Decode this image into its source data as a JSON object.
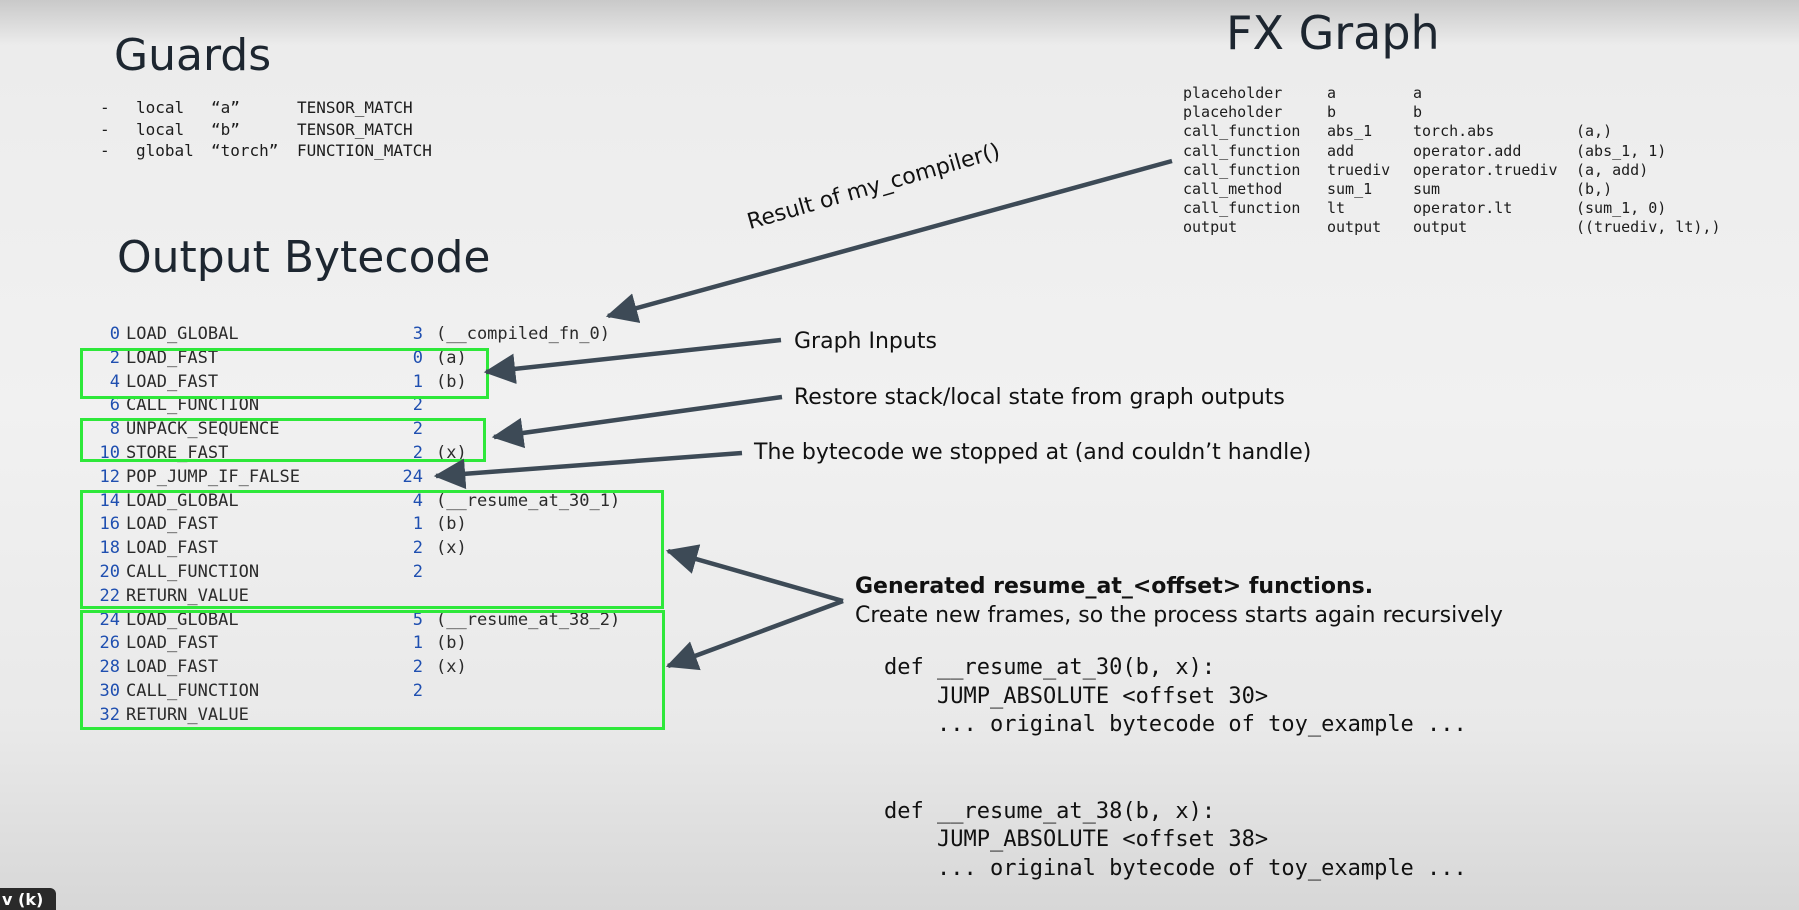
{
  "guards": {
    "title": "Guards",
    "items": [
      {
        "bullet": "-",
        "scope": "local",
        "name": "“a”",
        "check": "TENSOR_MATCH"
      },
      {
        "bullet": "-",
        "scope": "local",
        "name": "“b”",
        "check": "TENSOR_MATCH"
      },
      {
        "bullet": "-",
        "scope": "global",
        "name": "“torch”",
        "check": "FUNCTION_MATCH"
      }
    ]
  },
  "fx_graph": {
    "title": "FX Graph",
    "rows": [
      {
        "op": "placeholder",
        "name": "a",
        "target": "a",
        "args": ""
      },
      {
        "op": "placeholder",
        "name": "b",
        "target": "b",
        "args": ""
      },
      {
        "op": "call_function",
        "name": "abs_1",
        "target": "torch.abs",
        "args": "(a,)"
      },
      {
        "op": "call_function",
        "name": "add",
        "target": "operator.add",
        "args": "(abs_1, 1)"
      },
      {
        "op": "call_function",
        "name": "truediv",
        "target": "operator.truediv",
        "args": "(a, add)"
      },
      {
        "op": "call_method",
        "name": "sum_1",
        "target": "sum",
        "args": "(b,)"
      },
      {
        "op": "call_function",
        "name": "lt",
        "target": "operator.lt",
        "args": "(sum_1, 0)"
      },
      {
        "op": "output",
        "name": "output",
        "target": "output",
        "args": "((truediv, lt),)"
      }
    ]
  },
  "output_bytecode": {
    "title": "Output Bytecode",
    "rows": [
      {
        "offset": "0",
        "opname": "LOAD_GLOBAL",
        "arg": "3",
        "argrepr": "(__compiled_fn_0)"
      },
      {
        "offset": "2",
        "opname": "LOAD_FAST",
        "arg": "0",
        "argrepr": "(a)"
      },
      {
        "offset": "4",
        "opname": "LOAD_FAST",
        "arg": "1",
        "argrepr": "(b)"
      },
      {
        "offset": "6",
        "opname": "CALL_FUNCTION",
        "arg": "2",
        "argrepr": ""
      },
      {
        "offset": "8",
        "opname": "UNPACK_SEQUENCE",
        "arg": "2",
        "argrepr": ""
      },
      {
        "offset": "10",
        "opname": "STORE_FAST",
        "arg": "2",
        "argrepr": "(x)"
      },
      {
        "offset": "12",
        "opname": "POP_JUMP_IF_FALSE",
        "arg": "24",
        "argrepr": ""
      },
      {
        "offset": "14",
        "opname": "LOAD_GLOBAL",
        "arg": "4",
        "argrepr": "(__resume_at_30_1)"
      },
      {
        "offset": "16",
        "opname": "LOAD_FAST",
        "arg": "1",
        "argrepr": "(b)"
      },
      {
        "offset": "18",
        "opname": "LOAD_FAST",
        "arg": "2",
        "argrepr": "(x)"
      },
      {
        "offset": "20",
        "opname": "CALL_FUNCTION",
        "arg": "2",
        "argrepr": ""
      },
      {
        "offset": "22",
        "opname": "RETURN_VALUE",
        "arg": "",
        "argrepr": ""
      },
      {
        "offset": "24",
        "opname": "LOAD_GLOBAL",
        "arg": "5",
        "argrepr": "(__resume_at_38_2)"
      },
      {
        "offset": "26",
        "opname": "LOAD_FAST",
        "arg": "1",
        "argrepr": "(b)"
      },
      {
        "offset": "28",
        "opname": "LOAD_FAST",
        "arg": "2",
        "argrepr": "(x)"
      },
      {
        "offset": "30",
        "opname": "CALL_FUNCTION",
        "arg": "2",
        "argrepr": ""
      },
      {
        "offset": "32",
        "opname": "RETURN_VALUE",
        "arg": "",
        "argrepr": ""
      }
    ]
  },
  "annotations": {
    "compiler_result": "Result of my_compiler()",
    "graph_inputs": "Graph Inputs",
    "restore_state": "Restore stack/local state from graph outputs",
    "stopped_bytecode": "The bytecode we stopped at (and couldn’t handle)",
    "generated_title": "Generated resume_at_<offset> functions.",
    "generated_desc": "Create new frames, so the process starts again recursively"
  },
  "resume_code": [
    "def __resume_at_30(b, x):",
    "    JUMP_ABSOLUTE <offset 30>",
    "    ... original bytecode of toy_example ...",
    "",
    "",
    "def __resume_at_38(b, x):",
    "    JUMP_ABSOLUTE <offset 38>",
    "    ... original bytecode of toy_example ..."
  ],
  "badge": {
    "label": "v (k)"
  },
  "colors": {
    "highlight_box": "#2ee83a",
    "arrow": "#3d4a56",
    "bytecode_number": "#1f4fb0",
    "heading": "#1d2630"
  }
}
